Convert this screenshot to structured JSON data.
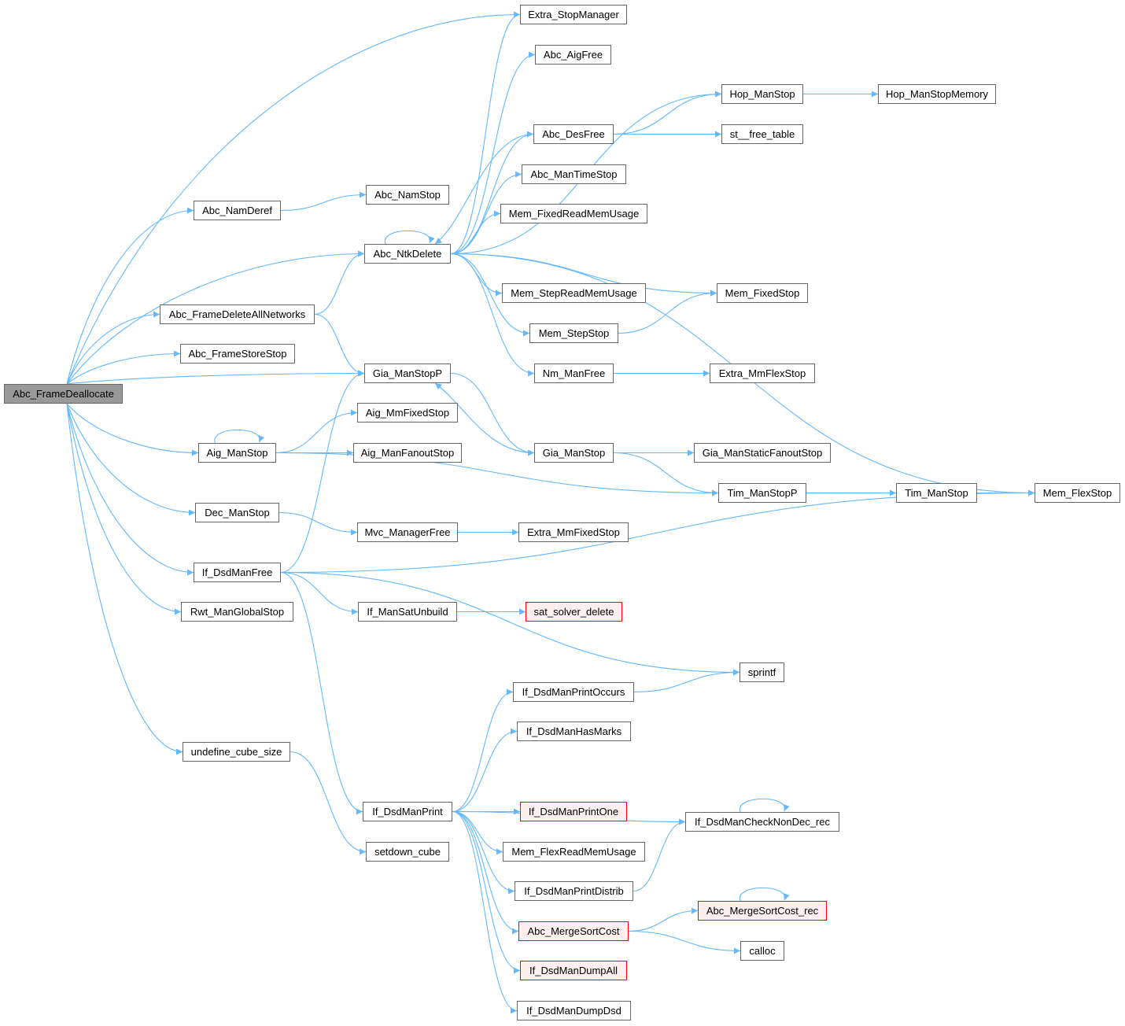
{
  "title": "Abc_FrameDeallocate call graph",
  "colors": {
    "edge": "#63b8ff",
    "node_border": "#666666",
    "root_fill": "#999999",
    "missing_border": "#ff0000",
    "missing_fill": "#fff0f0"
  },
  "nodes": [
    {
      "id": "Abc_FrameDeallocate",
      "label": "Abc_FrameDeallocate",
      "kind": "root"
    },
    {
      "id": "Extra_StopManager",
      "label": "Extra_StopManager",
      "kind": "normal"
    },
    {
      "id": "Abc_AigFree",
      "label": "Abc_AigFree",
      "kind": "normal"
    },
    {
      "id": "Hop_ManStop",
      "label": "Hop_ManStop",
      "kind": "normal"
    },
    {
      "id": "Hop_ManStopMemory",
      "label": "Hop_ManStopMemory",
      "kind": "normal"
    },
    {
      "id": "Abc_DesFree",
      "label": "Abc_DesFree",
      "kind": "normal"
    },
    {
      "id": "st__free_table",
      "label": "st__free_table",
      "kind": "normal"
    },
    {
      "id": "Abc_ManTimeStop",
      "label": "Abc_ManTimeStop",
      "kind": "normal"
    },
    {
      "id": "Abc_NamDeref",
      "label": "Abc_NamDeref",
      "kind": "normal"
    },
    {
      "id": "Abc_NamStop",
      "label": "Abc_NamStop",
      "kind": "normal"
    },
    {
      "id": "Mem_FixedReadMemUsage",
      "label": "Mem_FixedReadMemUsage",
      "kind": "normal"
    },
    {
      "id": "Abc_NtkDelete",
      "label": "Abc_NtkDelete",
      "kind": "normal"
    },
    {
      "id": "Mem_StepReadMemUsage",
      "label": "Mem_StepReadMemUsage",
      "kind": "normal"
    },
    {
      "id": "Mem_FixedStop",
      "label": "Mem_FixedStop",
      "kind": "normal"
    },
    {
      "id": "Abc_FrameDeleteAllNetworks",
      "label": "Abc_FrameDeleteAllNetworks",
      "kind": "normal"
    },
    {
      "id": "Mem_StepStop",
      "label": "Mem_StepStop",
      "kind": "normal"
    },
    {
      "id": "Abc_FrameStoreStop",
      "label": "Abc_FrameStoreStop",
      "kind": "normal"
    },
    {
      "id": "Nm_ManFree",
      "label": "Nm_ManFree",
      "kind": "normal"
    },
    {
      "id": "Extra_MmFlexStop",
      "label": "Extra_MmFlexStop",
      "kind": "normal"
    },
    {
      "id": "Gia_ManStopP",
      "label": "Gia_ManStopP",
      "kind": "normal"
    },
    {
      "id": "Aig_MmFixedStop",
      "label": "Aig_MmFixedStop",
      "kind": "normal"
    },
    {
      "id": "Aig_ManStop",
      "label": "Aig_ManStop",
      "kind": "normal"
    },
    {
      "id": "Aig_ManFanoutStop",
      "label": "Aig_ManFanoutStop",
      "kind": "normal"
    },
    {
      "id": "Gia_ManStop",
      "label": "Gia_ManStop",
      "kind": "normal"
    },
    {
      "id": "Gia_ManStaticFanoutStop",
      "label": "Gia_ManStaticFanoutStop",
      "kind": "normal"
    },
    {
      "id": "Tim_ManStopP",
      "label": "Tim_ManStopP",
      "kind": "normal"
    },
    {
      "id": "Tim_ManStop",
      "label": "Tim_ManStop",
      "kind": "normal"
    },
    {
      "id": "Mem_FlexStop",
      "label": "Mem_FlexStop",
      "kind": "normal"
    },
    {
      "id": "Dec_ManStop",
      "label": "Dec_ManStop",
      "kind": "normal"
    },
    {
      "id": "Mvc_ManagerFree",
      "label": "Mvc_ManagerFree",
      "kind": "normal"
    },
    {
      "id": "Extra_MmFixedStop",
      "label": "Extra_MmFixedStop",
      "kind": "normal"
    },
    {
      "id": "If_DsdManFree",
      "label": "If_DsdManFree",
      "kind": "normal"
    },
    {
      "id": "Rwt_ManGlobalStop",
      "label": "Rwt_ManGlobalStop",
      "kind": "normal"
    },
    {
      "id": "If_ManSatUnbuild",
      "label": "If_ManSatUnbuild",
      "kind": "normal"
    },
    {
      "id": "sat_solver_delete",
      "label": "sat_solver_delete",
      "kind": "missing"
    },
    {
      "id": "sprintf",
      "label": "sprintf",
      "kind": "normal"
    },
    {
      "id": "If_DsdManPrintOccurs",
      "label": "If_DsdManPrintOccurs",
      "kind": "normal"
    },
    {
      "id": "If_DsdManHasMarks",
      "label": "If_DsdManHasMarks",
      "kind": "normal"
    },
    {
      "id": "undefine_cube_size",
      "label": "undefine_cube_size",
      "kind": "normal"
    },
    {
      "id": "If_DsdManPrint",
      "label": "If_DsdManPrint",
      "kind": "normal"
    },
    {
      "id": "If_DsdManPrintOne",
      "label": "If_DsdManPrintOne",
      "kind": "missing"
    },
    {
      "id": "If_DsdManCheckNonDec_rec",
      "label": "If_DsdManCheckNonDec_rec",
      "kind": "normal"
    },
    {
      "id": "setdown_cube",
      "label": "setdown_cube",
      "kind": "normal"
    },
    {
      "id": "Mem_FlexReadMemUsage",
      "label": "Mem_FlexReadMemUsage",
      "kind": "normal"
    },
    {
      "id": "If_DsdManPrintDistrib",
      "label": "If_DsdManPrintDistrib",
      "kind": "normal"
    },
    {
      "id": "Abc_MergeSortCost_rec",
      "label": "Abc_MergeSortCost_rec",
      "kind": "missing"
    },
    {
      "id": "Abc_MergeSortCost",
      "label": "Abc_MergeSortCost",
      "kind": "missing"
    },
    {
      "id": "calloc",
      "label": "calloc",
      "kind": "normal"
    },
    {
      "id": "If_DsdManDumpAll",
      "label": "If_DsdManDumpAll",
      "kind": "missing"
    },
    {
      "id": "If_DsdManDumpDsd",
      "label": "If_DsdManDumpDsd",
      "kind": "normal"
    }
  ],
  "edges": [
    [
      "Abc_FrameDeallocate",
      "Extra_StopManager"
    ],
    [
      "Abc_FrameDeallocate",
      "Abc_NamDeref"
    ],
    [
      "Abc_FrameDeallocate",
      "Abc_NtkDelete"
    ],
    [
      "Abc_FrameDeallocate",
      "Abc_FrameDeleteAllNetworks"
    ],
    [
      "Abc_FrameDeallocate",
      "Abc_FrameStoreStop"
    ],
    [
      "Abc_FrameDeallocate",
      "Gia_ManStopP"
    ],
    [
      "Abc_FrameDeallocate",
      "Aig_ManStop"
    ],
    [
      "Abc_FrameDeallocate",
      "Dec_ManStop"
    ],
    [
      "Abc_FrameDeallocate",
      "If_DsdManFree"
    ],
    [
      "Abc_FrameDeallocate",
      "Rwt_ManGlobalStop"
    ],
    [
      "Abc_FrameDeallocate",
      "undefine_cube_size"
    ],
    [
      "Abc_NamDeref",
      "Abc_NamStop"
    ],
    [
      "Abc_FrameDeleteAllNetworks",
      "Abc_NtkDelete"
    ],
    [
      "Abc_FrameDeleteAllNetworks",
      "Gia_ManStopP"
    ],
    [
      "Abc_NtkDelete",
      "Extra_StopManager"
    ],
    [
      "Abc_NtkDelete",
      "Abc_AigFree"
    ],
    [
      "Abc_NtkDelete",
      "Hop_ManStop"
    ],
    [
      "Abc_NtkDelete",
      "Abc_DesFree"
    ],
    [
      "Abc_NtkDelete",
      "Abc_ManTimeStop"
    ],
    [
      "Abc_NtkDelete",
      "Mem_FixedReadMemUsage"
    ],
    [
      "Abc_NtkDelete",
      "Mem_FixedStop"
    ],
    [
      "Abc_NtkDelete",
      "Mem_StepReadMemUsage"
    ],
    [
      "Abc_NtkDelete",
      "Mem_StepStop"
    ],
    [
      "Abc_NtkDelete",
      "Nm_ManFree"
    ],
    [
      "Abc_NtkDelete",
      "Mem_FlexStop"
    ],
    [
      "Abc_NtkDelete",
      "Abc_NtkDelete"
    ],
    [
      "Hop_ManStop",
      "Hop_ManStopMemory"
    ],
    [
      "Abc_DesFree",
      "Hop_ManStop"
    ],
    [
      "Abc_DesFree",
      "st__free_table"
    ],
    [
      "Abc_DesFree",
      "Abc_NtkDelete"
    ],
    [
      "Mem_StepStop",
      "Mem_FixedStop"
    ],
    [
      "Nm_ManFree",
      "Extra_MmFlexStop"
    ],
    [
      "Gia_ManStopP",
      "Gia_ManStop"
    ],
    [
      "Gia_ManStop",
      "Gia_ManStopP"
    ],
    [
      "Gia_ManStop",
      "Gia_ManStaticFanoutStop"
    ],
    [
      "Gia_ManStop",
      "Tim_ManStopP"
    ],
    [
      "Aig_ManStop",
      "Aig_ManStop"
    ],
    [
      "Aig_ManStop",
      "Aig_MmFixedStop"
    ],
    [
      "Aig_ManStop",
      "Aig_ManFanoutStop"
    ],
    [
      "Aig_ManStop",
      "Tim_ManStopP"
    ],
    [
      "Tim_ManStopP",
      "Tim_ManStop"
    ],
    [
      "Tim_ManStop",
      "Mem_FlexStop"
    ],
    [
      "Dec_ManStop",
      "Mvc_ManagerFree"
    ],
    [
      "Mvc_ManagerFree",
      "Extra_MmFixedStop"
    ],
    [
      "If_DsdManFree",
      "Gia_ManStopP"
    ],
    [
      "If_DsdManFree",
      "Mem_FlexStop"
    ],
    [
      "If_DsdManFree",
      "If_ManSatUnbuild"
    ],
    [
      "If_DsdManFree",
      "sprintf"
    ],
    [
      "If_DsdManFree",
      "If_DsdManPrint"
    ],
    [
      "If_ManSatUnbuild",
      "sat_solver_delete"
    ],
    [
      "undefine_cube_size",
      "setdown_cube"
    ],
    [
      "If_DsdManPrint",
      "If_DsdManPrintOccurs"
    ],
    [
      "If_DsdManPrint",
      "If_DsdManHasMarks"
    ],
    [
      "If_DsdManPrint",
      "If_DsdManPrintOne"
    ],
    [
      "If_DsdManPrint",
      "If_DsdManCheckNonDec_rec"
    ],
    [
      "If_DsdManPrint",
      "Mem_FlexReadMemUsage"
    ],
    [
      "If_DsdManPrint",
      "If_DsdManPrintDistrib"
    ],
    [
      "If_DsdManPrint",
      "Abc_MergeSortCost"
    ],
    [
      "If_DsdManPrint",
      "If_DsdManDumpAll"
    ],
    [
      "If_DsdManPrint",
      "If_DsdManDumpDsd"
    ],
    [
      "If_DsdManPrintOccurs",
      "sprintf"
    ],
    [
      "If_DsdManPrintDistrib",
      "If_DsdManCheckNonDec_rec"
    ],
    [
      "If_DsdManCheckNonDec_rec",
      "If_DsdManCheckNonDec_rec"
    ],
    [
      "Abc_MergeSortCost",
      "Abc_MergeSortCost_rec"
    ],
    [
      "Abc_MergeSortCost",
      "calloc"
    ],
    [
      "Abc_MergeSortCost_rec",
      "Abc_MergeSortCost_rec"
    ]
  ]
}
